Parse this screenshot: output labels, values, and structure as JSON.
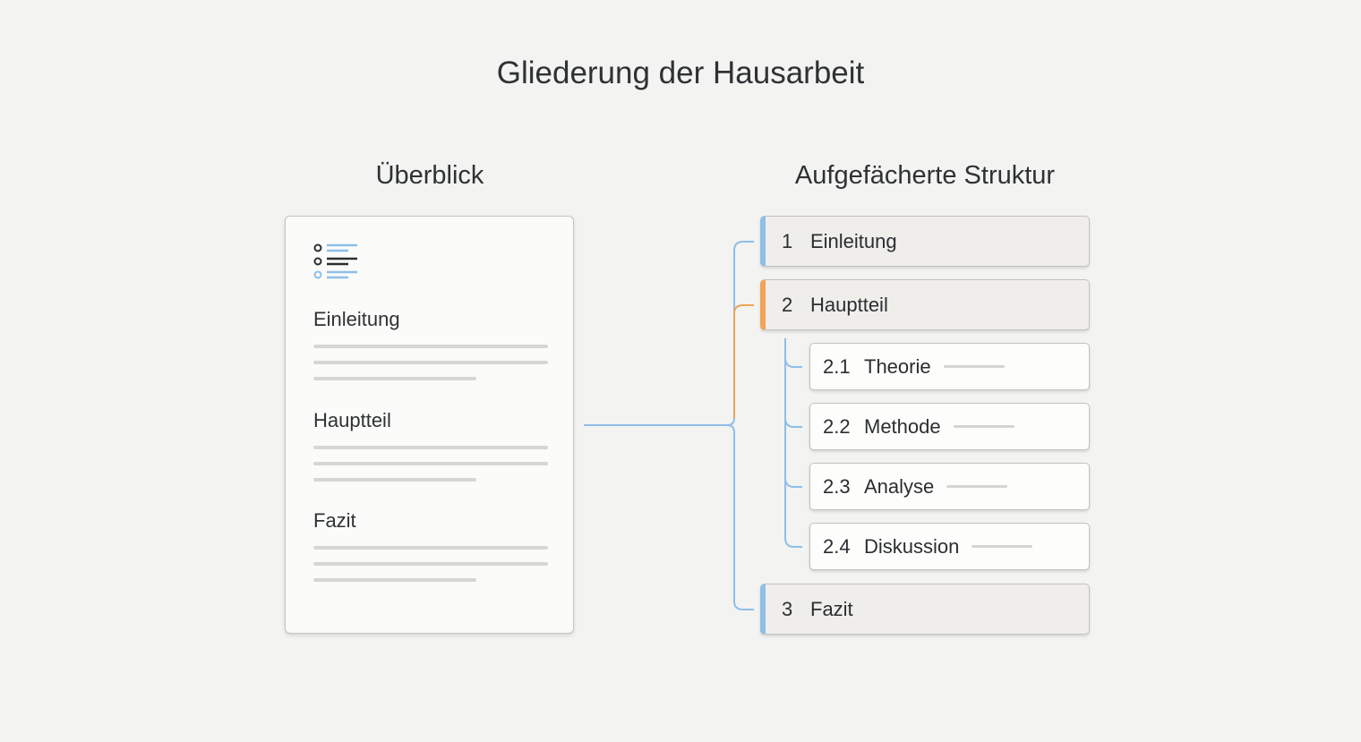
{
  "title": "Gliederung der Hausarbeit",
  "overview": {
    "heading": "Überblick",
    "icon": "list-outline-icon",
    "sections": [
      {
        "label": "Einleitung"
      },
      {
        "label": "Hauptteil"
      },
      {
        "label": "Fazit"
      }
    ]
  },
  "structure": {
    "heading": "Aufgefächerte Struktur",
    "items": [
      {
        "num": "1",
        "label": "Einleitung",
        "accent": "#8fbfe6"
      },
      {
        "num": "2",
        "label": "Hauptteil",
        "accent": "#f0a35a",
        "children": [
          {
            "num": "2.1",
            "label": "Theorie"
          },
          {
            "num": "2.2",
            "label": "Methode"
          },
          {
            "num": "2.3",
            "label": "Analyse"
          },
          {
            "num": "2.4",
            "label": "Diskussion"
          }
        ]
      },
      {
        "num": "3",
        "label": "Fazit",
        "accent": "#8fbfe6"
      }
    ]
  },
  "colors": {
    "blue": "#8fbfe6",
    "orange": "#f0a35a",
    "background": "#f3f3f1"
  }
}
